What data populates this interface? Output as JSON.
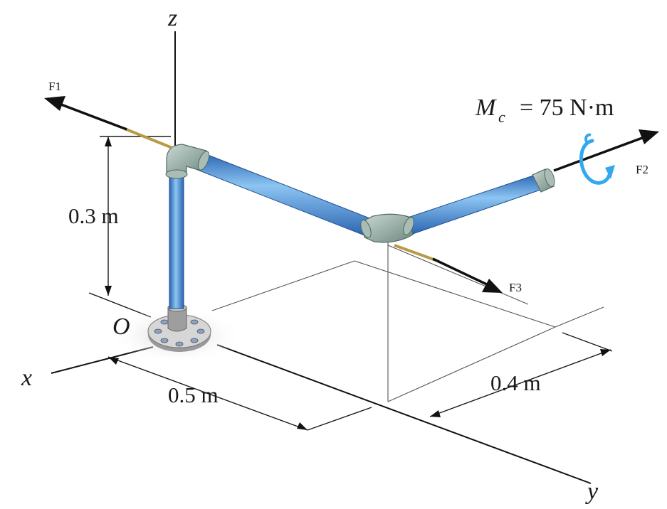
{
  "axes": {
    "x": "x",
    "y": "y",
    "z": "z",
    "origin": "O"
  },
  "dimensions": {
    "height": "0.3 m",
    "length_x": "0.5 m",
    "length_y": "0.4 m"
  },
  "forces": {
    "f1": "F1",
    "f2": "F2",
    "f3": "F3"
  },
  "moment": {
    "symbol": "M",
    "subscript": "c",
    "value": "= 75 N·m"
  },
  "colors": {
    "pipe": "#3d86d6",
    "pipe_highlight": "#8cc4f2",
    "fitting": "#8fa8a0",
    "moment_arrow": "#33a8f0"
  }
}
